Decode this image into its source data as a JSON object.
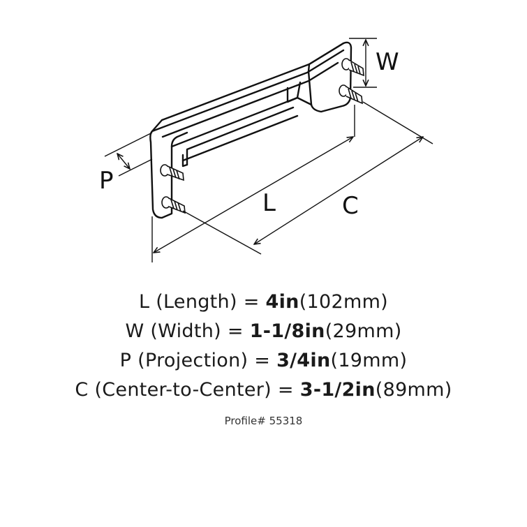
{
  "diagram": {
    "labels": {
      "W": "W",
      "P": "P",
      "L": "L",
      "C": "C"
    }
  },
  "specs": [
    {
      "letter": "L",
      "name": "(Length)",
      "eq": "=",
      "value": "4in",
      "metric": "(102mm)"
    },
    {
      "letter": "W",
      "name": "(Width)",
      "eq": "=",
      "value": "1-1/8in",
      "metric": "(29mm)"
    },
    {
      "letter": "P",
      "name": "(Projection)",
      "eq": "=",
      "value": "3/4in",
      "metric": "(19mm)"
    },
    {
      "letter": "C",
      "name": "(Center-to-Center)",
      "eq": "=",
      "value": "3-1/2in",
      "metric": "(89mm)"
    }
  ],
  "profile": "Profile# 55318"
}
